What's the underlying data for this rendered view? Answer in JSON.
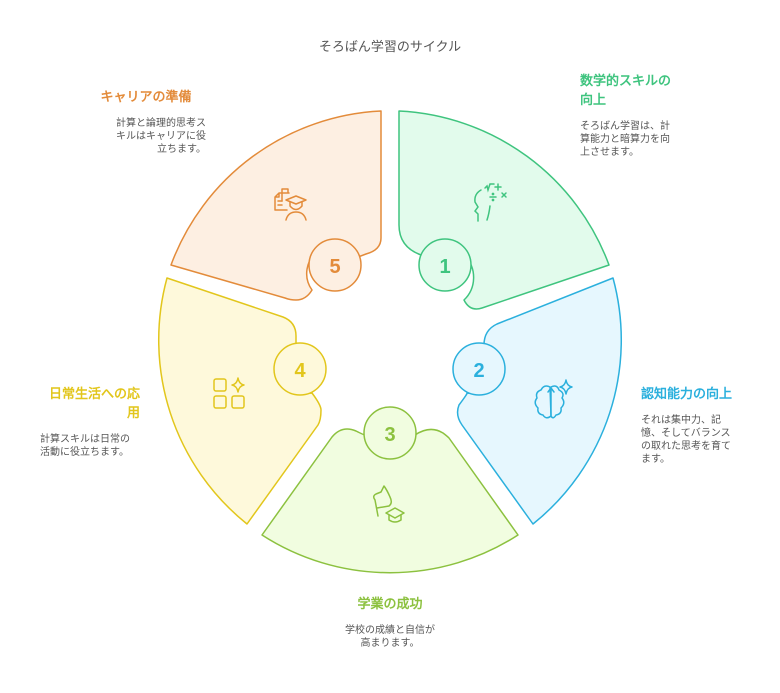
{
  "title": "そろばん学習のサイクル",
  "colors": {
    "green": "#3fc47f",
    "blue": "#2bb0dd",
    "lime": "#8cc13f",
    "yellow": "#e2c61c",
    "orange": "#e38b3a"
  },
  "steps": [
    {
      "number": "1",
      "heading": "数学的スキルの向上",
      "heading_lines": [
        "数学的スキルの",
        "向上"
      ],
      "description": "そろばん学習は、計算能力と暗算力を向上させます。",
      "description_lines": [
        "そろばん学習は、計",
        "算能力と暗算力を向",
        "上させます。"
      ],
      "icon": "head-math-icon",
      "color": "#3fc47f",
      "fill": "#e2fbec"
    },
    {
      "number": "2",
      "heading": "認知能力の向上",
      "heading_lines": [
        "認知能力の向上"
      ],
      "description": "それは集中力、記憶、そしてバランスの取れた思考を育てます。",
      "description_lines": [
        "それは集中力、記",
        "憶、そしてバランス",
        "の取れた思考を育て",
        "ます。"
      ],
      "icon": "brain-sparkle-icon",
      "color": "#2bb0dd",
      "fill": "#e6f7fe"
    },
    {
      "number": "3",
      "heading": "学業の成功",
      "heading_lines": [
        "学業の成功"
      ],
      "description": "学校の成績と自信が高まります。",
      "description_lines": [
        "学校の成績と自信が",
        "高まります。"
      ],
      "icon": "flag-graduation-icon",
      "color": "#8cc13f",
      "fill": "#f1fde0"
    },
    {
      "number": "4",
      "heading": "日常生活への応用",
      "heading_lines": [
        "日常生活への応",
        "用"
      ],
      "description": "計算スキルは日常の活動に役立ちます。",
      "description_lines": [
        "計算スキルは日常の",
        "活動に役立ちます。"
      ],
      "icon": "apps-sparkle-icon",
      "color": "#e2c61c",
      "fill": "#fef9db"
    },
    {
      "number": "5",
      "heading": "キャリアの準備",
      "heading_lines": [
        "キャリアの準備"
      ],
      "description": "計算と論理的思考スキルはキャリアに役立ちます。",
      "description_lines": [
        "計算と論理的思考ス",
        "キルはキャリアに役",
        "立ちます。"
      ],
      "icon": "document-graduate-icon",
      "color": "#e38b3a",
      "fill": "#fdefe2"
    }
  ]
}
